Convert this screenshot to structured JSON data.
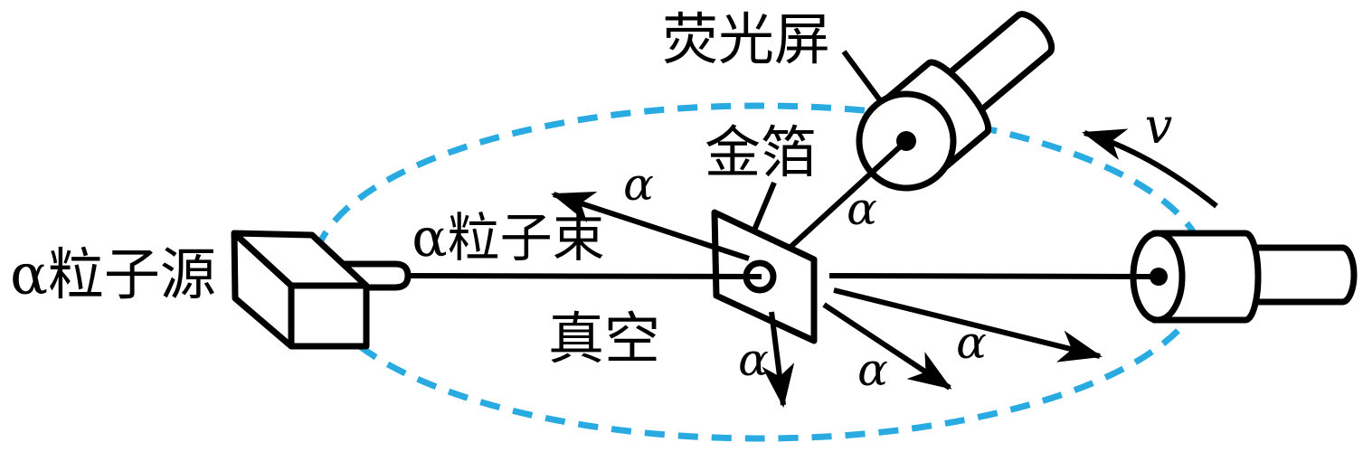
{
  "diagram": {
    "labels": {
      "source": "α粒子源",
      "beam": "α粒子束",
      "vacuum": "真空",
      "gold_foil": "金箔",
      "fluorescent_screen": "荧光屏",
      "alpha": "α",
      "velocity": "v"
    },
    "colors": {
      "outline": "#000000",
      "chamber_dash": "#29abe2",
      "background": "#ffffff"
    }
  }
}
